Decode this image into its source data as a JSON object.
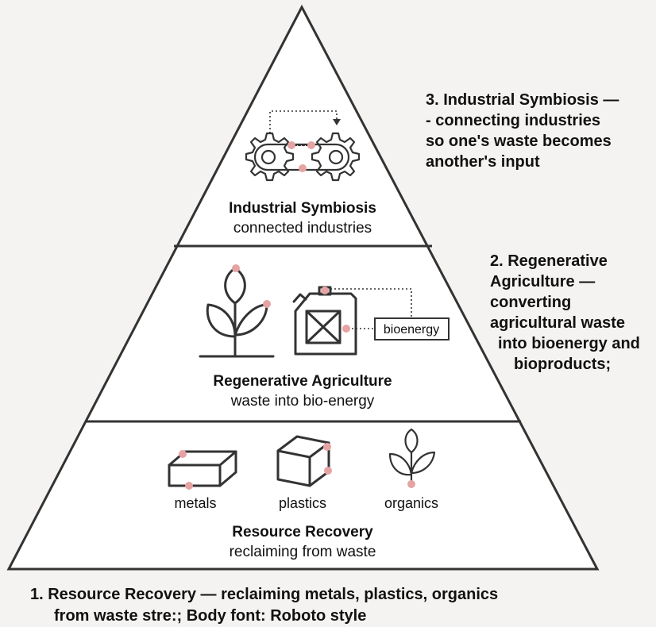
{
  "tiers": {
    "top": {
      "title": "Industrial Symbiosis",
      "subtitle": "connected industries"
    },
    "middle": {
      "title": "Regenerative Agriculture",
      "subtitle": "waste into bio-energy",
      "tag": "bioenergy"
    },
    "bottom": {
      "title": "Resource Recovery",
      "subtitle": "reclaiming from waste",
      "items": [
        "metals",
        "plastics",
        "organics"
      ]
    }
  },
  "annotations": {
    "a3": [
      "3. Industrial Symbiosis —",
      "- connecting industries",
      "so one's waste becomes",
      "another's input"
    ],
    "a2": [
      "2. Regenerative",
      "Agriculture —",
      "converting",
      "agricultural waste",
      "into bioenergy and",
      "bioproducts;"
    ],
    "a1": [
      "1. Resource Recovery — reclaiming metals, plastics, organics",
      "from waste stre:; Body font: Roboto style"
    ]
  },
  "colors": {
    "background": "#f5f3f1",
    "outline": "#333333",
    "accent_dot": "#e6a3a3"
  },
  "icons": [
    "gears-icon",
    "plant-icon",
    "jerrycan-icon",
    "ingot-icon",
    "cube-icon",
    "sprout-icon"
  ]
}
